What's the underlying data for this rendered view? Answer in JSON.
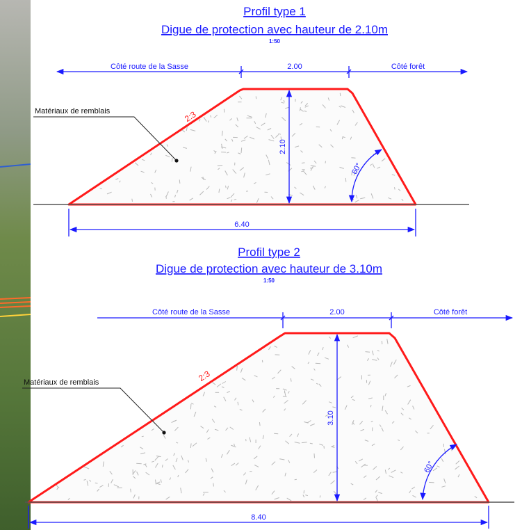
{
  "profile1": {
    "title": "Profil type 1",
    "subtitle": "Digue de protection avec hauteur de 2.10m",
    "scale": "1:50",
    "left_label": "Côté route de la Sasse",
    "crest_width": "2.00",
    "right_label": "Côté forêt",
    "height": "2.10",
    "base_width": "6.40",
    "slope": "2:3",
    "angle": "60°",
    "material": "Matériaux de remblais"
  },
  "profile2": {
    "title": "Profil type 2",
    "subtitle": "Digue de protection avec hauteur de 3.10m",
    "scale": "1:50",
    "left_label": "Côté route de la Sasse",
    "crest_width": "2.00",
    "right_label": "Côté forêt",
    "height": "3.10",
    "base_width": "8.40",
    "slope": "2:3",
    "angle": "60°",
    "material": "Matériaux de remblais"
  },
  "colors": {
    "dimension": "#1a1aff",
    "outline": "#ff1a1a",
    "ground": "#555555",
    "photo_strip_top": "#a9a9a9",
    "photo_strip_bottom": "#5c7a3e"
  }
}
